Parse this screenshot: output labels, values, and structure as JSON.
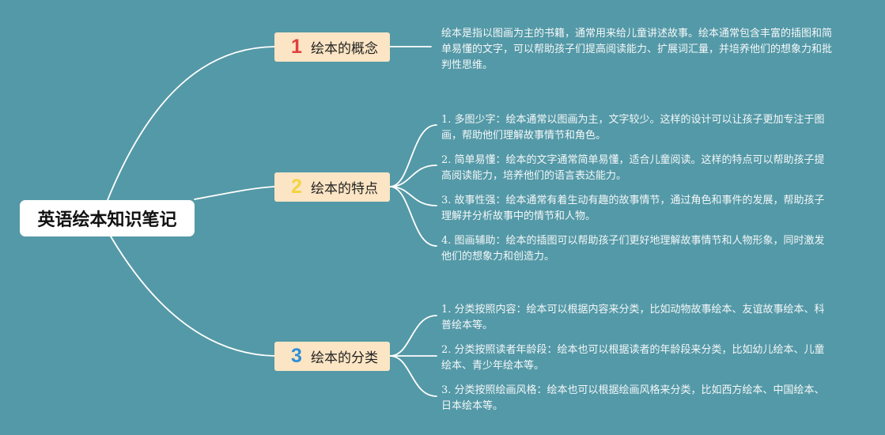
{
  "title": "英语绘本知识笔记",
  "colors": {
    "background": "#5499a7",
    "branch_fill": "#fbe5c4",
    "line": "#ffffff",
    "num_red": "#e0403c",
    "num_yellow": "#f3d340",
    "num_blue": "#2d8fd6"
  },
  "branches": [
    {
      "number": "1",
      "label": "绘本的概念",
      "items": [
        "绘本是指以图画为主的书籍，通常用来给儿童讲述故事。绘本通常包含丰富的插图和简单易懂的文字，可以帮助孩子们提高阅读能力、扩展词汇量，并培养他们的想象力和批判性思维。"
      ]
    },
    {
      "number": "2",
      "label": "绘本的特点",
      "items": [
        "1. 多图少字：绘本通常以图画为主，文字较少。这样的设计可以让孩子更加专注于图画，帮助他们理解故事情节和角色。",
        "2. 简单易懂：绘本的文字通常简单易懂，适合儿童阅读。这样的特点可以帮助孩子提高阅读能力，培养他们的语言表达能力。",
        "3. 故事性强：绘本通常有着生动有趣的故事情节，通过角色和事件的发展，帮助孩子理解并分析故事中的情节和人物。",
        "4. 图画辅助：绘本的插图可以帮助孩子们更好地理解故事情节和人物形象，同时激发他们的想象力和创造力。"
      ]
    },
    {
      "number": "3",
      "label": "绘本的分类",
      "items": [
        "1. 分类按照内容：绘本可以根据内容来分类，比如动物故事绘本、友谊故事绘本、科普绘本等。",
        "2. 分类按照读者年龄段：绘本也可以根据读者的年龄段来分类，比如幼儿绘本、儿童绘本、青少年绘本等。",
        "3. 分类按照绘画风格：绘本也可以根据绘画风格来分类，比如西方绘本、中国绘本、日本绘本等。"
      ]
    }
  ]
}
